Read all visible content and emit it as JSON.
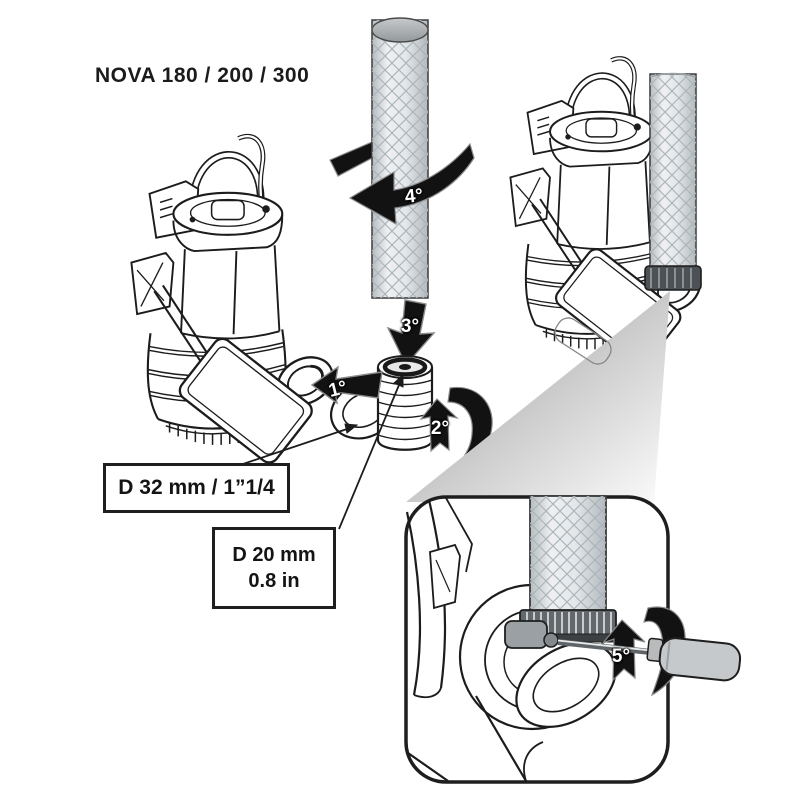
{
  "diagram": {
    "title": "NOVA 180 / 200 / 300",
    "steps": [
      {
        "label": "1°",
        "meaning": "offer-elbow-to-pump-outlet"
      },
      {
        "label": "2°",
        "meaning": "screw-elbow-fitting-on"
      },
      {
        "label": "3°",
        "meaning": "push-hose-onto-fitting"
      },
      {
        "label": "4°",
        "meaning": "twist-hose-to-seat"
      },
      {
        "label": "5°",
        "meaning": "tighten-hose-clamp-with-screwdriver"
      }
    ],
    "dimensions": {
      "outlet_label": "D 32 mm / 1”1/4",
      "hose_label_line1": "D 20 mm",
      "hose_label_line2": "0.8 in"
    },
    "colors": {
      "line": "#1c1c1c",
      "arrow": "#121212",
      "hose_fill": "#dde1e5",
      "hose_mesh": "#aab4ba",
      "clamp": "#62686c",
      "spotlight_dark": "#8f8f8f",
      "spotlight_light": "#fcfcfc"
    }
  }
}
